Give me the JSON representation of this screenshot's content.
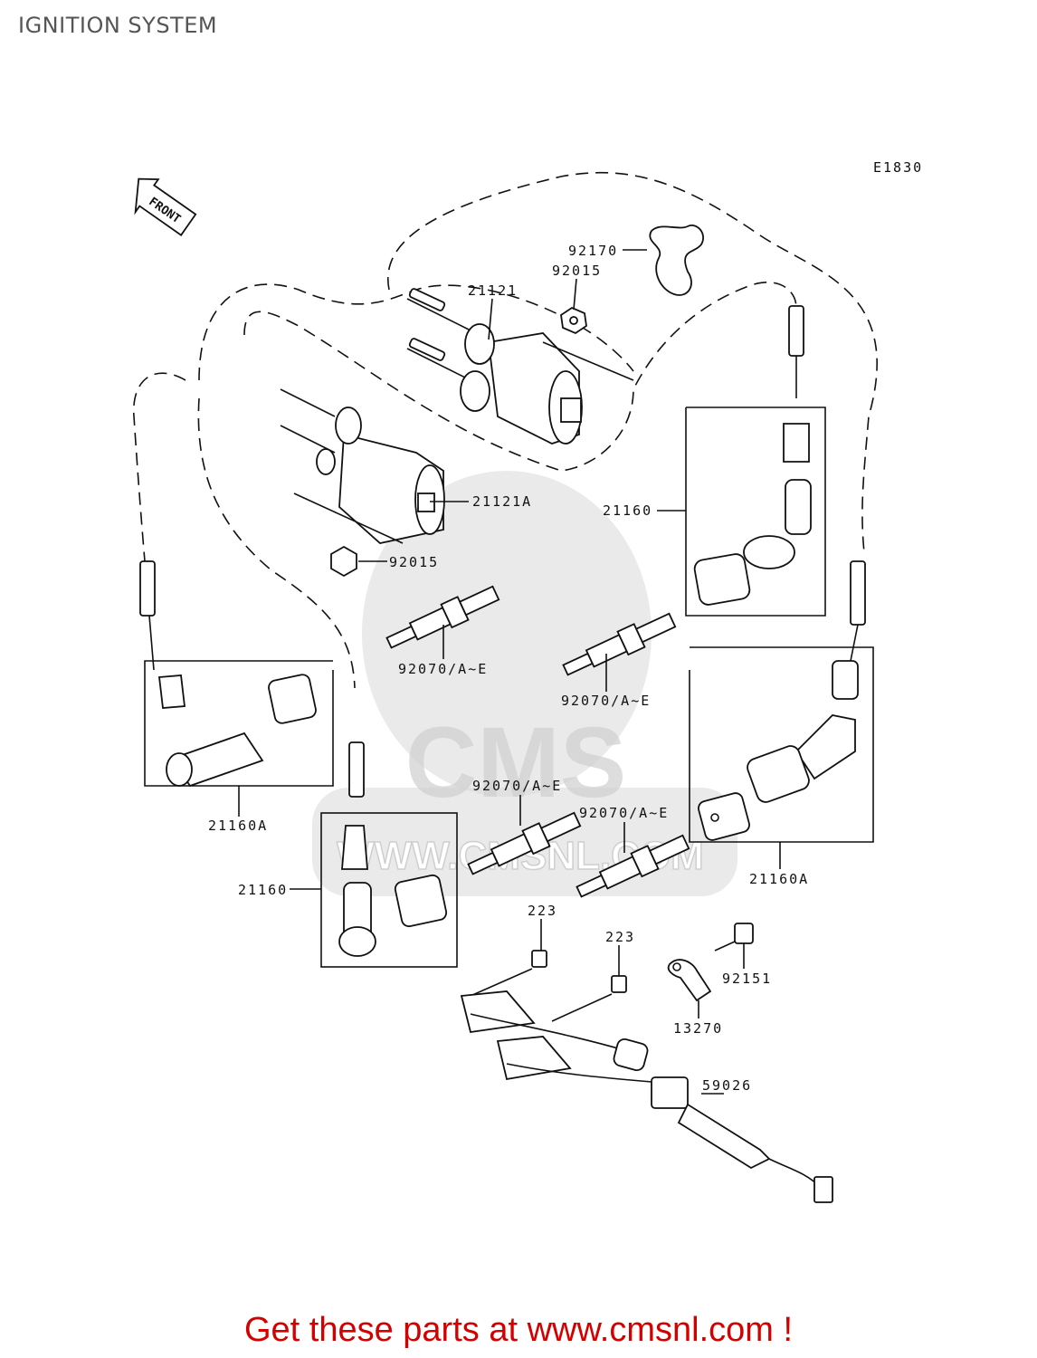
{
  "page": {
    "title": "IGNITION SYSTEM",
    "footer": "Get these parts at www.cmsnl.com !"
  },
  "diagram": {
    "code": "E1830",
    "front_label": "FRONT",
    "watermark": "CMS",
    "watermark_url": "WWW.CMSNL.COM",
    "labels": {
      "p92170": "92170",
      "p92015_top": "92015",
      "p21121": "21121",
      "p21121A": "21121A",
      "p92015_mid": "92015",
      "p21160_right": "21160",
      "p92070_a": "92070/A~E",
      "p92070_b": "92070/A~E",
      "p21160A_left": "21160A",
      "p92070_c": "92070/A~E",
      "p92070_d": "92070/A~E",
      "p21160_left": "21160",
      "p21160A_right": "21160A",
      "p223_a": "223",
      "p223_b": "223",
      "p92151": "92151",
      "p13270": "13270",
      "p59026": "59026"
    }
  }
}
